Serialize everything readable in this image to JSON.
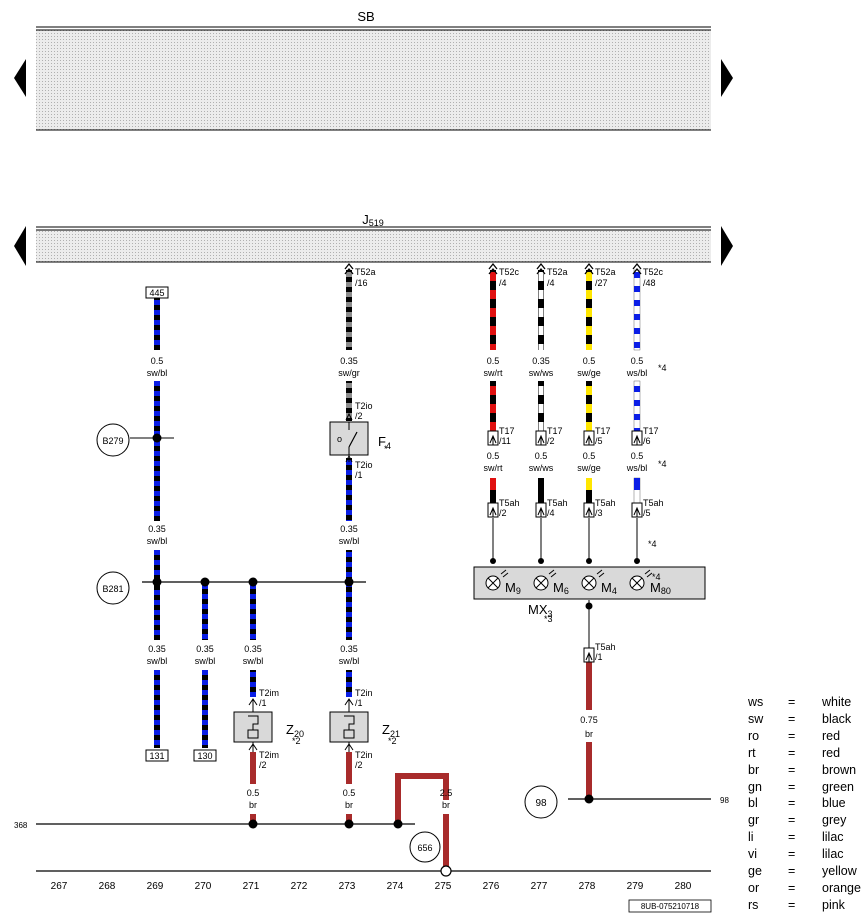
{
  "units": {
    "sb": {
      "label": "SB"
    },
    "j519": {
      "label": "J",
      "sub": "519"
    }
  },
  "bottom_ticks": [
    "267",
    "268",
    "269",
    "270",
    "271",
    "272",
    "273",
    "274",
    "275",
    "276",
    "277",
    "278",
    "279",
    "280"
  ],
  "part_number": "8UB-075210718",
  "left_refs": {
    "r368": "368"
  },
  "right_refs": {
    "r98": "98"
  },
  "connector_boxes": {
    "c445": "445",
    "c131": "131",
    "c130": "130"
  },
  "circles": {
    "b279": "B279",
    "b281": "B281",
    "g656": "656",
    "g98": "98"
  },
  "pins": {
    "t52a16": [
      "T52a",
      "/16"
    ],
    "t52c4": [
      "T52c",
      "/4"
    ],
    "t52a4": [
      "T52a",
      "/4"
    ],
    "t52a27": [
      "T52a",
      "/27"
    ],
    "t52c48": [
      "T52c",
      "/48"
    ],
    "t2io2": [
      "T2io",
      "/2"
    ],
    "t2io1": [
      "T2io",
      "/1"
    ],
    "t17_11": [
      "T17",
      "/11"
    ],
    "t17_2": [
      "T17",
      "/2"
    ],
    "t17_5": [
      "T17",
      "/5"
    ],
    "t17_6": [
      "T17",
      "/6"
    ],
    "t5ah2": [
      "T5ah",
      "/2"
    ],
    "t5ah4": [
      "T5ah",
      "/4"
    ],
    "t5ah3": [
      "T5ah",
      "/3"
    ],
    "t5ah5": [
      "T5ah",
      "/5"
    ],
    "t5ah1": [
      "T5ah",
      "/1"
    ],
    "t2im1": [
      "T2im",
      "/1"
    ],
    "t2im2": [
      "T2im",
      "/2"
    ],
    "t2in1": [
      "T2in",
      "/1"
    ],
    "t2in2": [
      "T2in",
      "/2"
    ]
  },
  "wire_labels": {
    "w269a": [
      "0.5",
      "sw/bl"
    ],
    "w269b": [
      "0.35",
      "sw/bl"
    ],
    "w269c": [
      "0.35",
      "sw/bl"
    ],
    "w270": [
      "0.35",
      "sw/bl"
    ],
    "w271": [
      "0.35",
      "sw/bl"
    ],
    "w271br": [
      "0.5",
      "br"
    ],
    "w273a": [
      "0.35",
      "sw/gr"
    ],
    "w273b": [
      "0.35",
      "sw/bl"
    ],
    "w273c": [
      "0.35",
      "sw/bl"
    ],
    "w273br": [
      "0.5",
      "br"
    ],
    "w275": [
      "2.5",
      "br"
    ],
    "w276a": [
      "0.5",
      "sw/rt"
    ],
    "w276b": [
      "0.5",
      "sw/rt"
    ],
    "w277a": [
      "0.35",
      "sw/ws"
    ],
    "w277b": [
      "0.5",
      "sw/ws"
    ],
    "w278a": [
      "0.5",
      "sw/ge"
    ],
    "w278b": [
      "0.5",
      "sw/ge"
    ],
    "w279a": [
      "0.5",
      "ws/bl"
    ],
    "w279b": [
      "0.5",
      "ws/bl"
    ],
    "w278br": [
      "0.75",
      "br"
    ]
  },
  "notes": {
    "n4": "*4",
    "n2": "*2",
    "n3": "*3",
    "nstar": "*"
  },
  "components": {
    "f4": {
      "main": "F",
      "sub": "4"
    },
    "z20": {
      "main": "Z",
      "sub": "20"
    },
    "z21": {
      "main": "Z",
      "sub": "21"
    },
    "mx3": {
      "main": "MX",
      "sub": "3"
    },
    "m9": {
      "main": "M",
      "sub": "9"
    },
    "m6": {
      "main": "M",
      "sub": "6"
    },
    "m4": {
      "main": "M",
      "sub": "4"
    },
    "m80": {
      "main": "M",
      "sub": "80"
    }
  },
  "legend": [
    {
      "abbr": "ws",
      "name": "white"
    },
    {
      "abbr": "sw",
      "name": "black"
    },
    {
      "abbr": "ro",
      "name": "red"
    },
    {
      "abbr": "rt",
      "name": "red"
    },
    {
      "abbr": "br",
      "name": "brown"
    },
    {
      "abbr": "gn",
      "name": "green"
    },
    {
      "abbr": "bl",
      "name": "blue"
    },
    {
      "abbr": "gr",
      "name": "grey"
    },
    {
      "abbr": "li",
      "name": "lilac"
    },
    {
      "abbr": "vi",
      "name": "lilac"
    },
    {
      "abbr": "ge",
      "name": "yellow"
    },
    {
      "abbr": "or",
      "name": "orange"
    },
    {
      "abbr": "rs",
      "name": "pink"
    }
  ],
  "colors": {
    "black": "#000000",
    "blue": "#0a1ee6",
    "grey": "#8c8c8c",
    "red": "#e01010",
    "white": "#ffffff",
    "yellow": "#ffe600",
    "brown": "#a82b2b",
    "unit_fill": "#e6e6e6",
    "comp_fill": "#d9d9d9"
  }
}
